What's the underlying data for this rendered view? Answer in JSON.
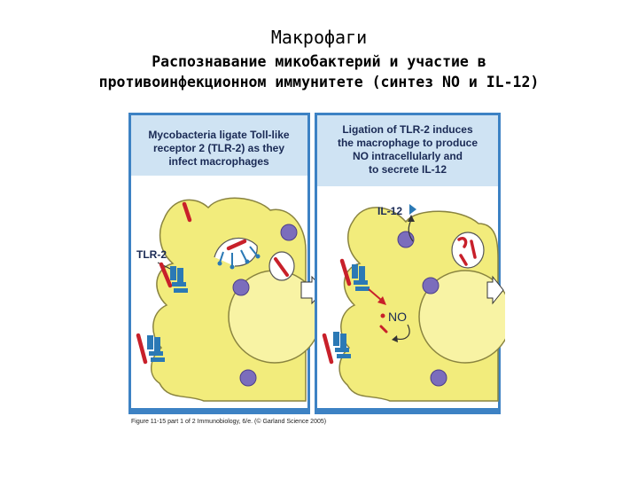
{
  "title": "Макрофаги",
  "subtitle_lines": [
    "Распознавание  микобактерий и участие в",
    "противоинфекционном иммунитете (синтез NO и IL-12)"
  ],
  "panel_left": {
    "header_lines": [
      "Mycobacteria ligate Toll-like",
      "receptor 2 (TLR-2) as they",
      "infect macrophages"
    ],
    "tlr_label": "TLR-2"
  },
  "panel_right": {
    "header_lines": [
      "Ligation of TLR-2 induces",
      "the macrophage to produce",
      "NO intracellularly and",
      "to secrete IL-12"
    ],
    "il12_label": "IL-12",
    "no_label": "NO"
  },
  "caption": "Figure 11-15 part 1 of 2 Immunobiology, 6/e. (© Garland Science 2005)",
  "colors": {
    "panel_bg": "#3d82c4",
    "header_bg": "#cfe3f3",
    "cell_fill": "#f2ec7c",
    "cell_stroke": "#8a8440",
    "nucleus_fill": "#f8f3a4",
    "granule": "#7b6dbc",
    "bacterium": "#c8202a",
    "receptor": "#2b79b5"
  }
}
